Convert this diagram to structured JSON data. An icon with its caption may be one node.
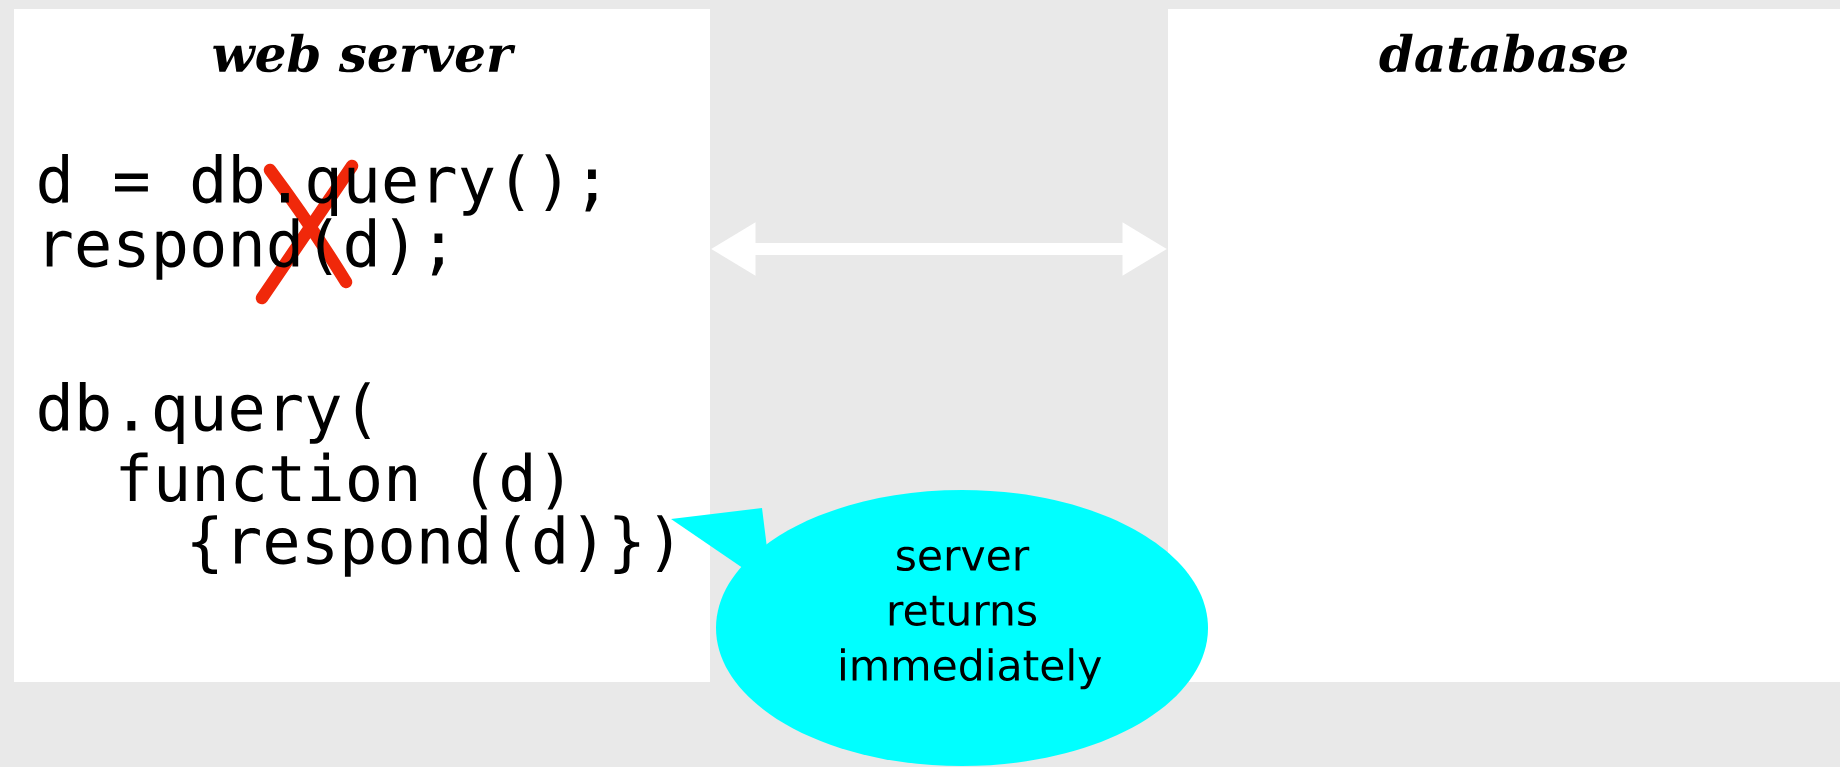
{
  "diagram": {
    "nodes": [
      {
        "text": [
          "web server",
          "d = db.query();",
          "respond(d);",
          "db.query(",
          "function (d)",
          "{respond(d)})"
        ]
      },
      {
        "text": [
          "database"
        ]
      },
      {
        "text": [
          "server returns immediately"
        ]
      }
    ],
    "edges": [
      {
        "from": 0,
        "to": 1,
        "arrow": "both",
        "color": "#ffffff"
      }
    ]
  }
}
